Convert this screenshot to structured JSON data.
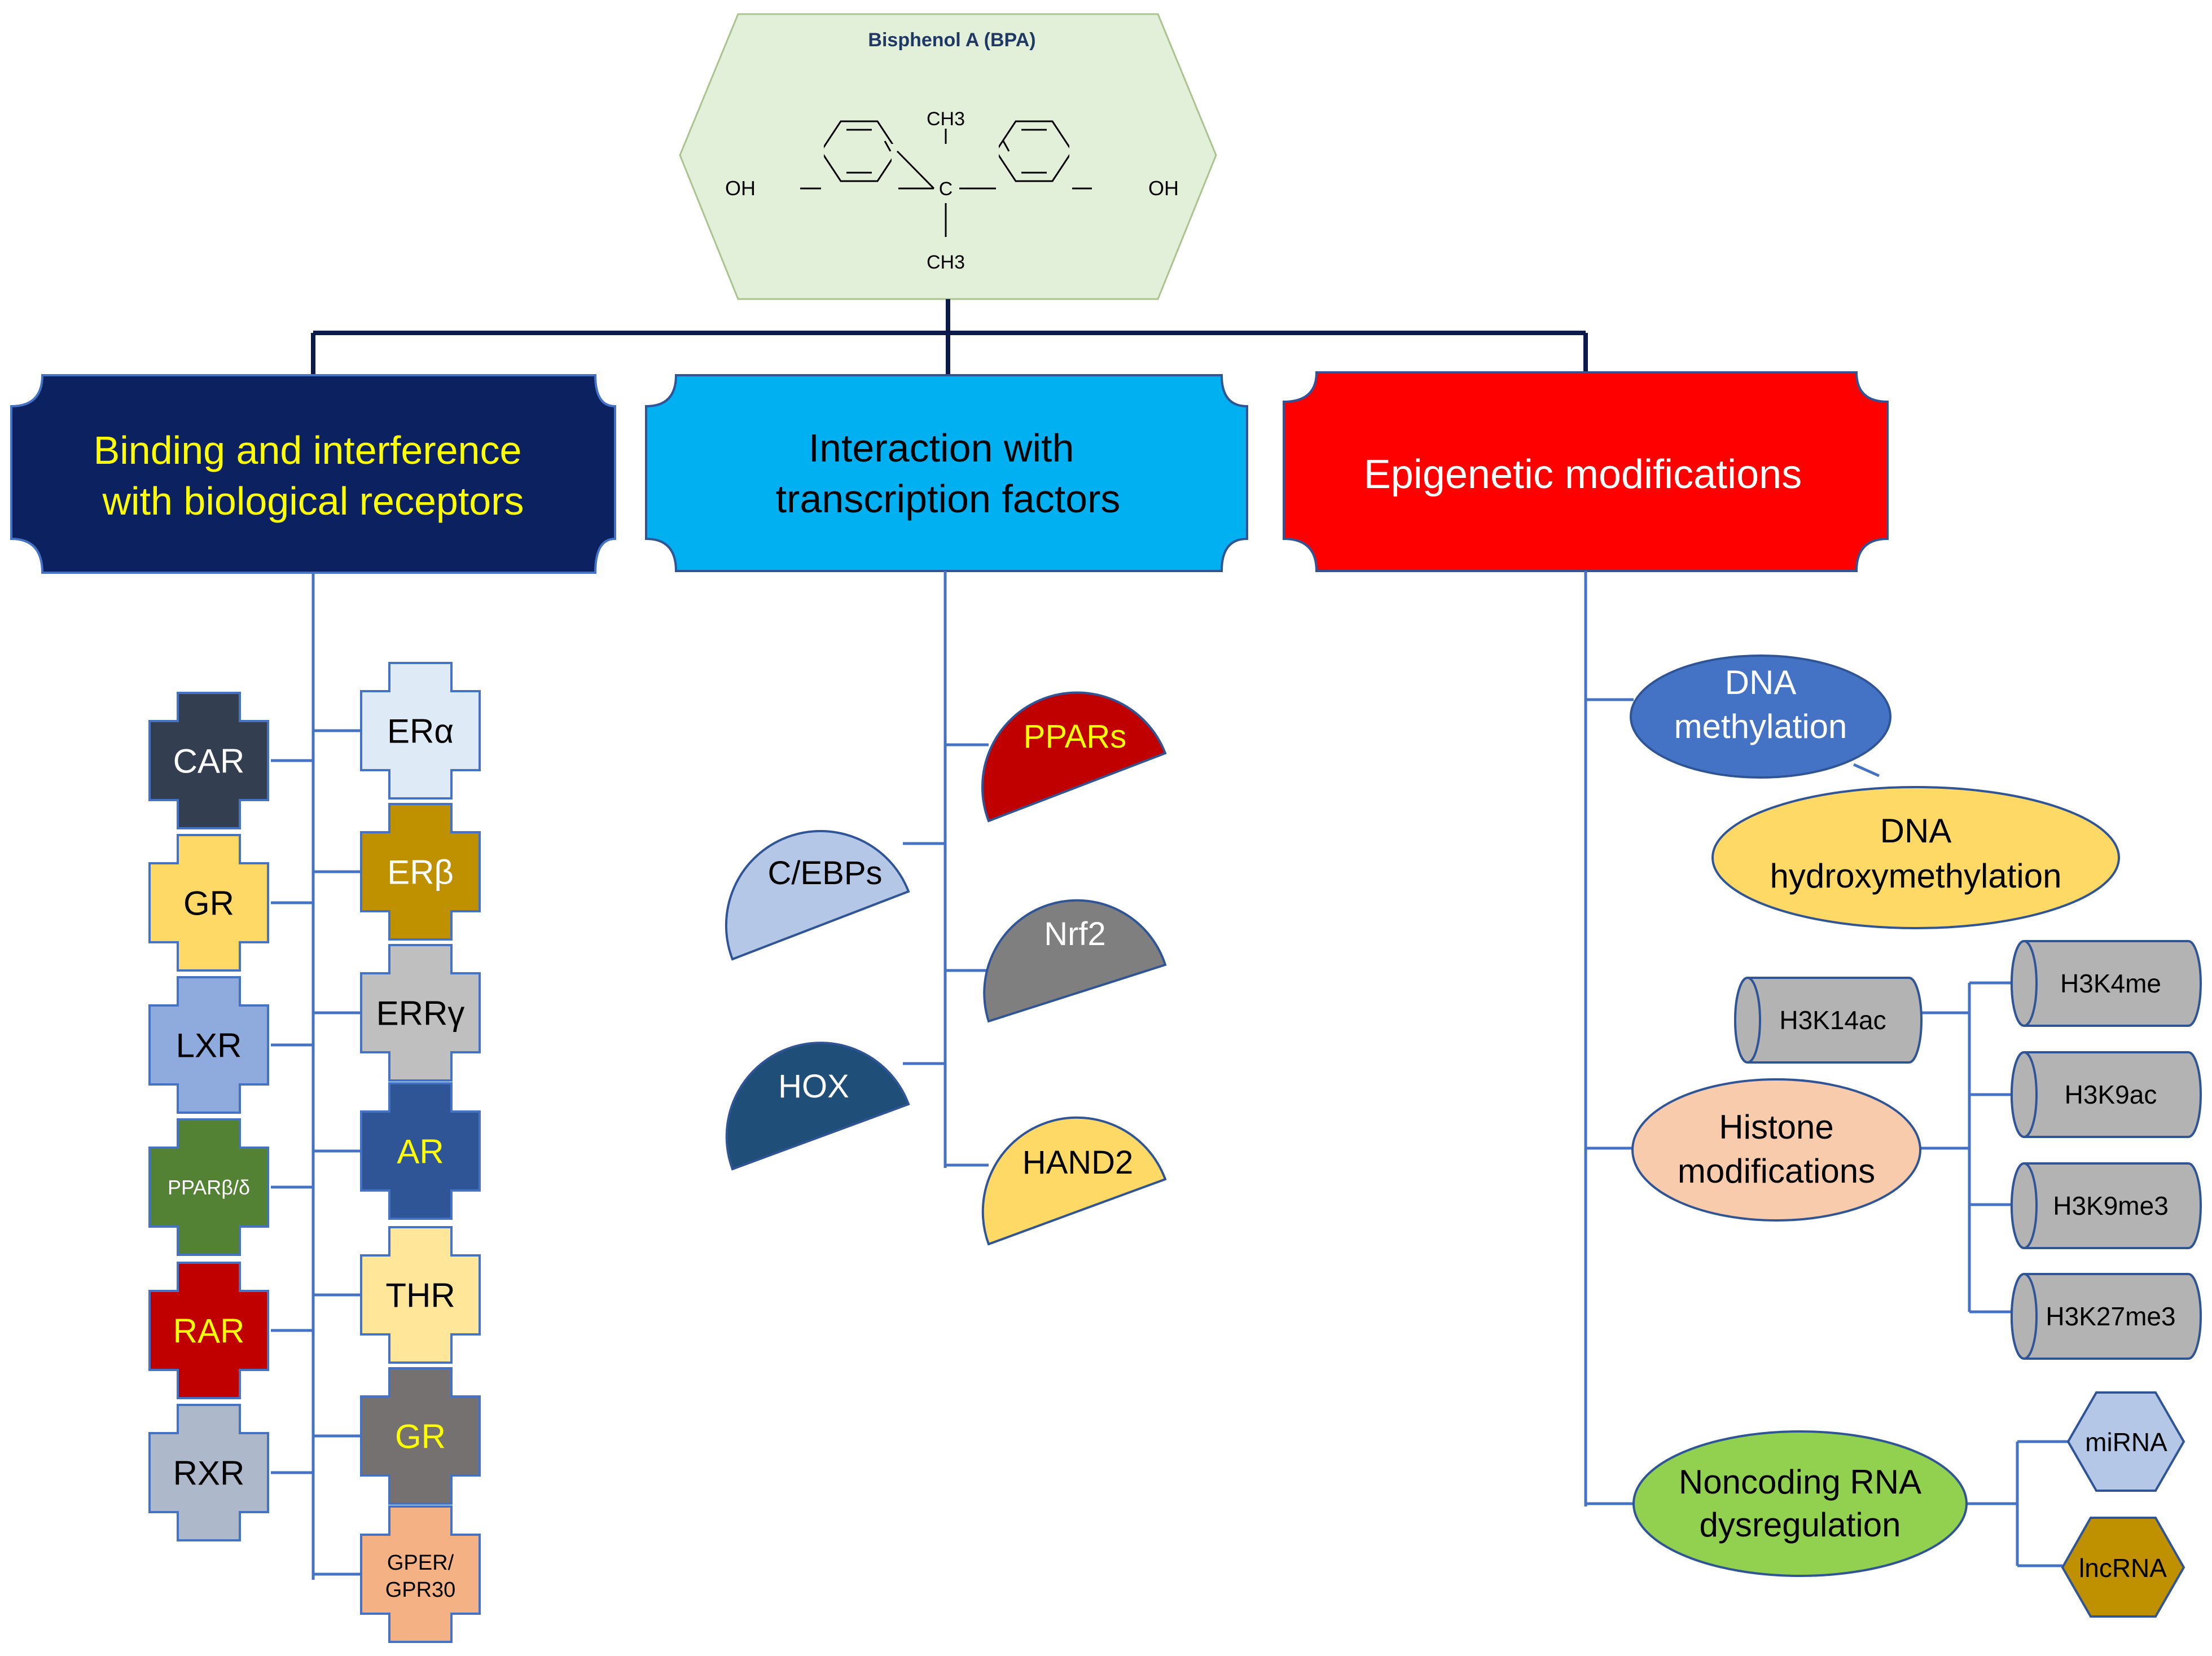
{
  "bpa": {
    "title": "Bisphenol A (BPA)",
    "oh_left": "OH",
    "oh_right": "OH",
    "ch3_top": "CH3",
    "ch3_bottom": "CH3",
    "carbon": "C"
  },
  "categories": {
    "receptors": {
      "line1": "Binding and interference",
      "line2": "with biological receptors"
    },
    "transcription": {
      "line1": "Interaction with",
      "line2": "transcription factors"
    },
    "epigenetic": {
      "line1": "Epigenetic modifications"
    }
  },
  "receptors": {
    "left": [
      "CAR",
      "GR",
      "LXR",
      "PPARβ/δ",
      "RAR",
      "RXR"
    ],
    "right": [
      "ERα",
      "ERβ",
      "ERRγ",
      "AR",
      "THR",
      "GR"
    ],
    "gper": {
      "line1": "GPER/",
      "line2": "GPR30"
    }
  },
  "transcription_factors": {
    "right": [
      "PPARs",
      "Nrf2",
      "HAND2"
    ],
    "left": [
      "C/EBPs",
      "HOX"
    ]
  },
  "epigenetics": {
    "dna_methylation": {
      "line1": "DNA",
      "line2": "methylation"
    },
    "dna_hydroxymethylation": {
      "line1": "DNA",
      "line2": "hydroxymethylation"
    },
    "histone": {
      "line1": "Histone",
      "line2": "modifications"
    },
    "h3k14ac": "H3K14ac",
    "histone_marks": [
      "H3K4me",
      "H3K9ac",
      "H3K9me3",
      "H3K27me3"
    ],
    "noncoding": {
      "line1": "Noncoding RNA",
      "line2": "dysregulation"
    },
    "mirna": "miRNA",
    "lncrna": "lncRNA"
  },
  "colors": {
    "connector": "#0b1a4a",
    "branch_line": "#4472c4",
    "receptors_box": "#0b2160",
    "receptors_text": "#ffff00",
    "transcription_box": "#00b0f0",
    "epigenetic_box": "#ff0000",
    "bpa_hexagon": "#e2efd9",
    "cross_fills_left": [
      "#333f50",
      "#ffd966",
      "#8faadc",
      "#548235",
      "#c00000",
      "#adb9ca"
    ],
    "cross_text_left": [
      "#ffffff",
      "#000000",
      "#000000",
      "#ffffff",
      "#ffff00",
      "#000000"
    ],
    "cross_fills_right": [
      "#deebf7",
      "#bf9000",
      "#bfbfbf",
      "#2f5597",
      "#ffe699",
      "#767171"
    ],
    "cross_text_right": [
      "#000000",
      "#ffffff",
      "#000000",
      "#ffff00",
      "#000000",
      "#ffff00"
    ],
    "gper_fill": "#f4b183",
    "tf_right_fills": [
      "#c00000",
      "#7f7f7f",
      "#ffd966"
    ],
    "tf_right_text": [
      "#ffff00",
      "#ffffff",
      "#000000"
    ],
    "tf_left_fills": [
      "#b4c7e7",
      "#1f4e79"
    ],
    "tf_left_text": [
      "#000000",
      "#ffffff"
    ],
    "dna_methylation_fill": "#4472c4",
    "dna_hydroxy_fill": "#ffd966",
    "histone_fill": "#f8cbad",
    "noncoding_fill": "#92d050",
    "cylinder_fill": "#b3b3b3",
    "mirna_fill": "#b4c7e7",
    "lncrna_fill": "#bf9000"
  }
}
